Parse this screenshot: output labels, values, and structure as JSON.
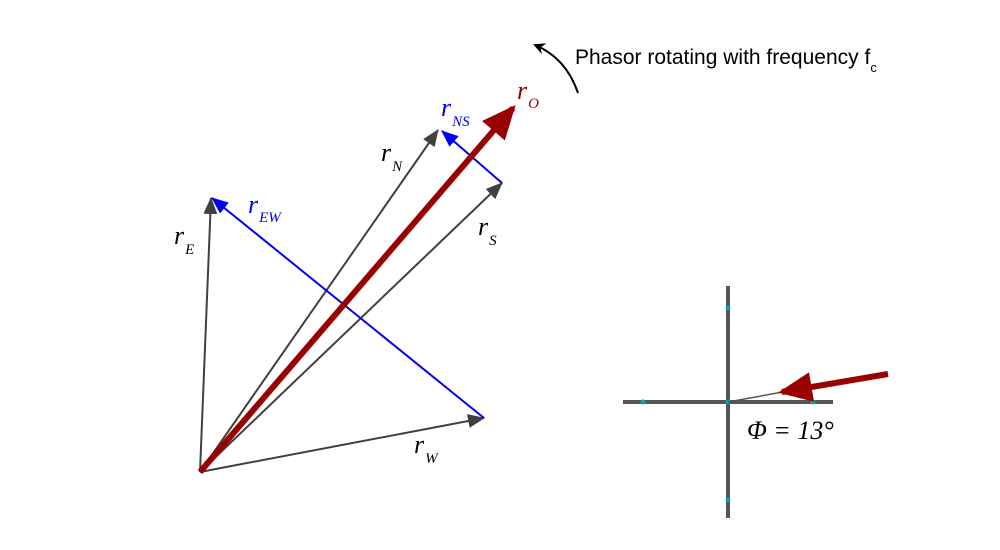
{
  "caption": {
    "text": "Phasor rotating with frequency f",
    "subscript": "c"
  },
  "vectors": {
    "r_E": {
      "main": "r",
      "sub": "E"
    },
    "r_N": {
      "main": "r",
      "sub": "N"
    },
    "r_S": {
      "main": "r",
      "sub": "S"
    },
    "r_W": {
      "main": "r",
      "sub": "W"
    },
    "r_NS": {
      "main": "r",
      "sub": "NS"
    },
    "r_EW": {
      "main": "r",
      "sub": "EW"
    },
    "r_O": {
      "main": "r",
      "sub": "O"
    }
  },
  "phase": {
    "label": "Φ = 13°",
    "angle_deg": 13
  },
  "colors": {
    "component": "#404040",
    "difference": "#0000ee",
    "output": "#990000",
    "axis": "#555555",
    "tick": "#00aaaa"
  }
}
